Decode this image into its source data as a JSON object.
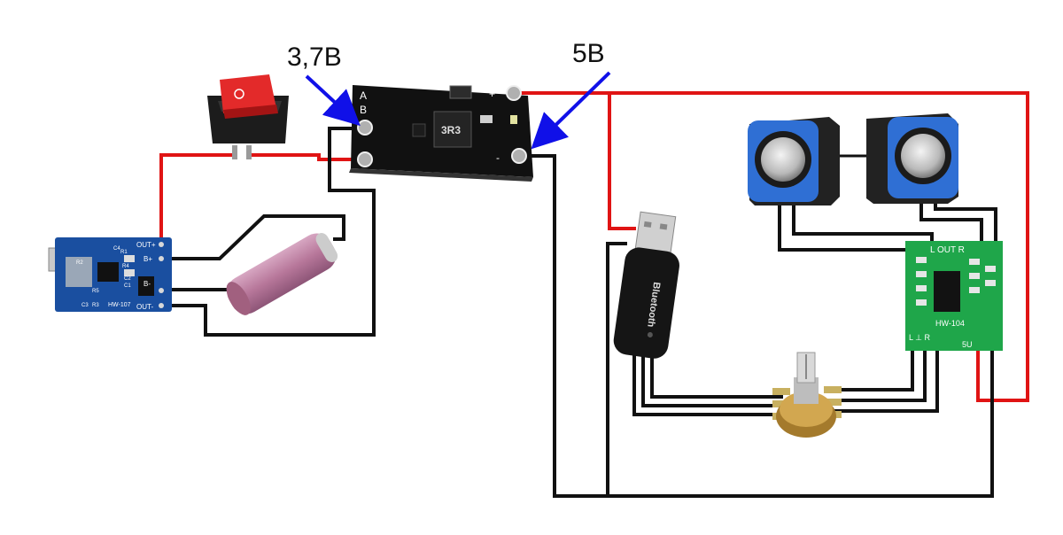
{
  "labels": {
    "boost_input_voltage": "3,7В",
    "boost_output_voltage": "5В"
  },
  "charger_board": {
    "model": "HW-107",
    "pins": [
      "OUT+",
      "B+",
      "B-",
      "OUT-"
    ],
    "components": [
      "R2",
      "R1",
      "R4",
      "R5",
      "R3",
      "C1",
      "C2",
      "C3",
      "C4"
    ]
  },
  "boost_board": {
    "inductor_marking": "3R3",
    "pin_marks": [
      "A",
      "B",
      "+",
      "-"
    ]
  },
  "amplifier_board": {
    "model": "HW-104",
    "top_label": "L OUT R",
    "bottom_left_label": "L ⊥ R",
    "supply_label": "5U"
  },
  "bluetooth_dongle": {
    "text": "Bluetooth"
  },
  "colors": {
    "wire_red": "#e01414",
    "wire_black": "#111111",
    "arrow_blue": "#1010e8",
    "pcb_blue": "#1a4fa0",
    "pcb_black": "#101010",
    "pcb_green": "#1fa64a",
    "speaker_blue": "#2f6fd4",
    "battery_purple": "#b7779a"
  }
}
